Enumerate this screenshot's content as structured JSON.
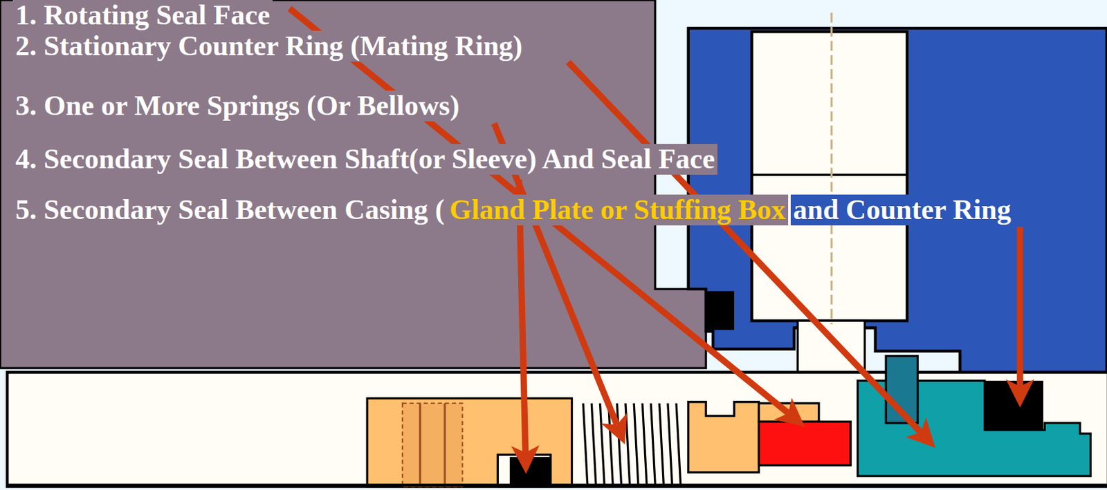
{
  "diagram": {
    "labels": [
      "1. Rotating Seal Face",
      "2. Stationary Counter Ring (Mating Ring)",
      "3. One or More Springs (Or Bellows)",
      "4. Secondary Seal Between Shaft(or Sleeve) And Seal Face",
      "5. Secondary Seal Between Casing (",
      "Gland Plate or Stuffing Box",
      "and Counter Ring"
    ]
  }
}
